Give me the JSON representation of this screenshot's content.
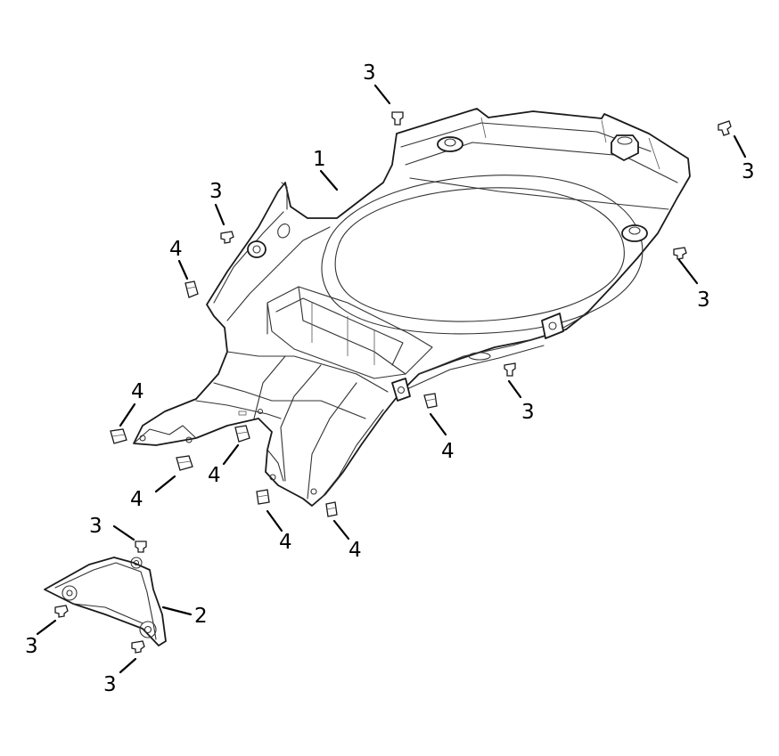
{
  "callouts": {
    "c1": "1",
    "c2": "2",
    "c3a": "3",
    "c3b": "3",
    "c3c": "3",
    "c3d": "3",
    "c3e": "3",
    "c3f": "3",
    "c3g": "3",
    "c3h": "3",
    "c4a": "4",
    "c4b": "4",
    "c4c": "4",
    "c4d": "4",
    "c4e": "4",
    "c4f": "4",
    "c4g": "4"
  }
}
